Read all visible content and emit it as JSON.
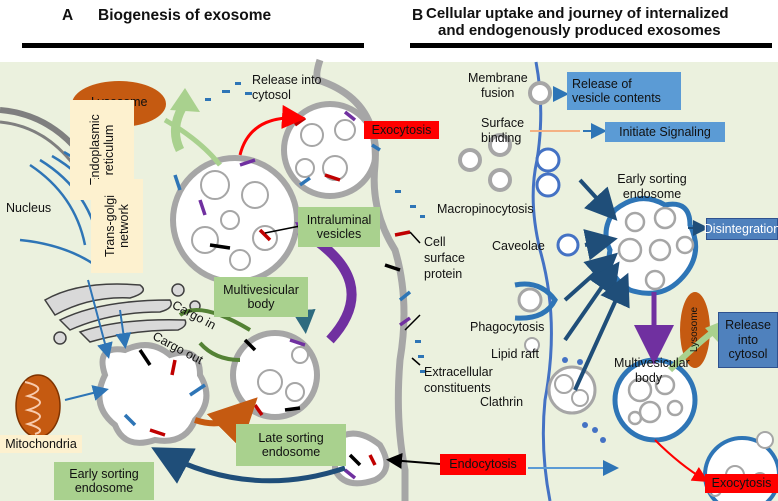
{
  "headers": {
    "a_letter": "A",
    "a_title": "Biogenesis of exosome",
    "b_letter": "B",
    "b_title_line1": "Cellular uptake and  journey of internalized",
    "b_title_line2": "and endogenously produced exosomes"
  },
  "panel_a": {
    "lysosome": "Lysosome",
    "release_line1": "Release into",
    "release_line2": "cytosol",
    "exocytosis": "Exocytosis",
    "nucleus": "Nucleus",
    "er_line1": "Endoplasmic",
    "er_line2": "reticulum",
    "tgn_line1": "Trans-golgi",
    "tgn_line2": "network",
    "ilv_line1": "Intraluminal",
    "ilv_line2": "vesicles",
    "mvb_line1": "Multivesicular",
    "mvb_line2": "body",
    "cargo_in": "Cargo in",
    "cargo_out": "Cargo out",
    "cell_surface_line1": "Cell",
    "cell_surface_line2": "surface",
    "cell_surface_line3": "protein",
    "extracellular_line1": "Extracellular",
    "extracellular_line2": "constituents",
    "mitochondria": "Mitochondria",
    "late_sorting_line1": "Late sorting",
    "late_sorting_line2": "endosome",
    "early_sorting_line1": "Early sorting",
    "early_sorting_line2": "endosome",
    "endocytosis": "Endocytosis"
  },
  "panel_b": {
    "membrane_fusion_line1": "Membrane",
    "membrane_fusion_line2": "fusion",
    "release_contents_line1": "Release of",
    "release_contents_line2": "vesicle contents",
    "surface_binding_line1": "Surface",
    "surface_binding_line2": "binding",
    "initiate_signaling": "Initiate  Signaling",
    "macropinocytosis": "Macropinocytosis",
    "early_sorting_line1": "Early sorting",
    "early_sorting_line2": "endosome",
    "disintegration": "Disintegration",
    "caveolae": "Caveolae",
    "phagocytosis": "Phagocytosis",
    "lipid_raft": "Lipid raft",
    "clathrin": "Clathrin",
    "lysosome": "Lysosome",
    "release_line1": "Release",
    "release_line2": "into",
    "release_line3": "cytosol",
    "mvb_line1": "Multivesicular",
    "mvb_line2": "body",
    "exocytosis": "Exocytosis"
  },
  "colors": {
    "background": "#ebf1de",
    "membrane_gray": "#a6a6a6",
    "membrane_blue": "#4472c4",
    "red_label": "#ff0000",
    "green_label": "#a9d18e",
    "blue_label": "#4f81bd",
    "lysosome": "#c55a11",
    "purple": "#7030a0",
    "arrow_green": "#a9d18e",
    "arrow_navy": "#1f4e79"
  }
}
